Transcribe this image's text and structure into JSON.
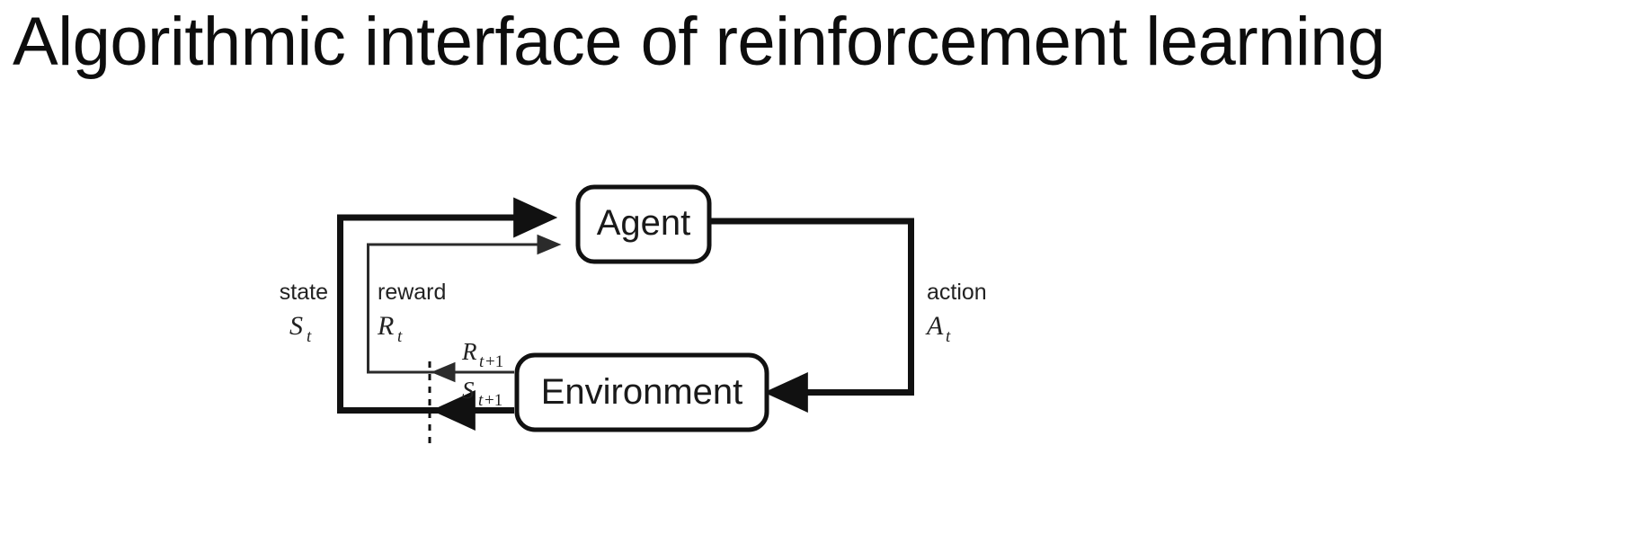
{
  "slide": {
    "title": "Algorithmic interface of reinforcement learning",
    "background_color": "#ffffff",
    "text_color": "#0d0d0d"
  },
  "diagram": {
    "type": "agent-environment-interaction-loop",
    "nodes": [
      {
        "id": "agent",
        "label": "Agent"
      },
      {
        "id": "environment",
        "label": "Environment"
      }
    ],
    "edges": [
      {
        "id": "state-edge",
        "from": "environment",
        "to": "agent",
        "label": "state",
        "symbol": "S",
        "subscript": "t",
        "weight": "thick"
      },
      {
        "id": "reward-edge",
        "from": "environment",
        "to": "agent",
        "label": "reward",
        "symbol": "R",
        "subscript": "t",
        "weight": "thin"
      },
      {
        "id": "action-edge",
        "from": "agent",
        "to": "environment",
        "label": "action",
        "symbol": "A",
        "subscript": "t",
        "weight": "thick"
      }
    ],
    "next_step_labels": [
      {
        "id": "reward-next",
        "symbol": "R",
        "subscript": "t+1",
        "sub_var": "t",
        "sub_num": "+1"
      },
      {
        "id": "state-next",
        "symbol": "S",
        "subscript": "t+1",
        "sub_var": "t",
        "sub_num": "+1"
      }
    ],
    "time_boundary": {
      "id": "time-step-divider",
      "style": "dashed"
    },
    "colors": {
      "stroke": "#111111",
      "thin_stroke": "#2b2b2b",
      "box_fill": "#ffffff",
      "label": "#222222"
    }
  }
}
